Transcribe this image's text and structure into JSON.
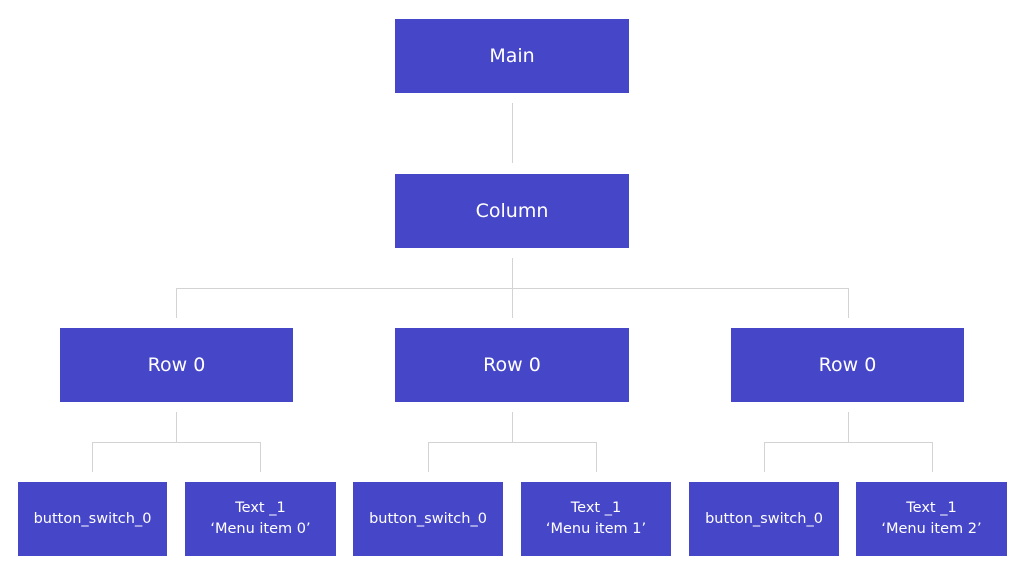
{
  "colors": {
    "node_fill": "#4646c8",
    "node_text": "#ffffff",
    "connector": "#d3d3d3"
  },
  "root": {
    "label": "Main"
  },
  "column": {
    "label": "Column"
  },
  "rows": [
    {
      "label": "Row 0"
    },
    {
      "label": "Row 0"
    },
    {
      "label": "Row 0"
    }
  ],
  "leaves": [
    {
      "switch_label": "button_switch_0",
      "text_title": "Text _1",
      "text_value": "‘Menu item 0’"
    },
    {
      "switch_label": "button_switch_0",
      "text_title": "Text _1",
      "text_value": "‘Menu item 1’"
    },
    {
      "switch_label": "button_switch_0",
      "text_title": "Text _1",
      "text_value": "‘Menu item 2’"
    }
  ]
}
